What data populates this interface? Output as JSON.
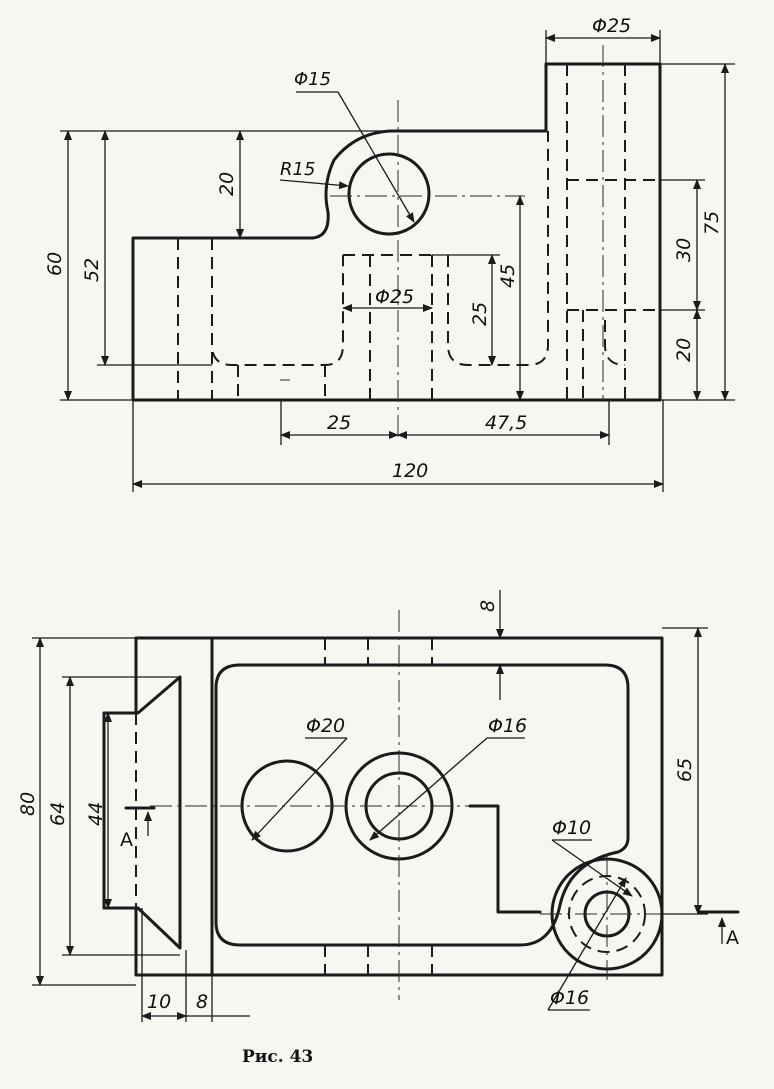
{
  "caption": "Рис. 43",
  "front_view": {
    "dims": {
      "d25_top": "Φ25",
      "d15": "Φ15",
      "r15": "R15",
      "h20_top": "20",
      "h60": "60",
      "h52": "52",
      "d25_mid": "Φ25",
      "h25": "25",
      "h45": "45",
      "h75": "75",
      "h30": "30",
      "h20_right": "20",
      "w25": "25",
      "w47_5": "47,5",
      "w120": "120"
    }
  },
  "top_view": {
    "dims": {
      "d20": "Φ20",
      "d16_center": "Φ16",
      "d10": "Φ10",
      "d16_corner": "Φ16",
      "h8": "8",
      "h65": "65",
      "h80": "80",
      "h64": "64",
      "h44": "44",
      "w10": "10",
      "w8": "8",
      "section_a_left": "A",
      "section_a_right": "A"
    }
  }
}
